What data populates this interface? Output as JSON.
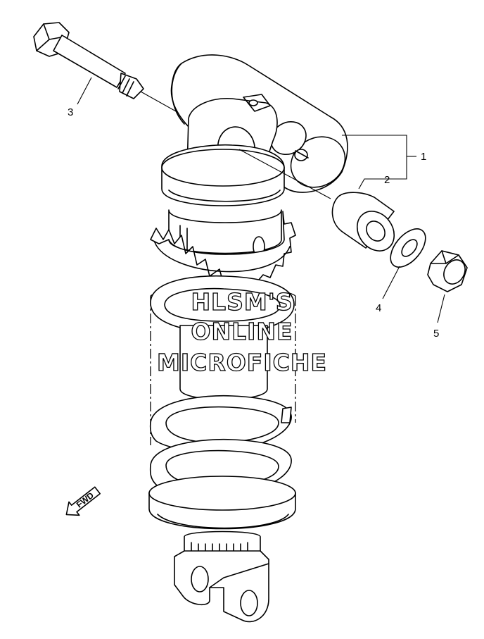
{
  "callouts": [
    {
      "label": "1",
      "part": "rear-shock-absorber-assy"
    },
    {
      "label": "2",
      "part": "bushing"
    },
    {
      "label": "3",
      "part": "bolt"
    },
    {
      "label": "4",
      "part": "washer"
    },
    {
      "label": "5",
      "part": "nut"
    }
  ],
  "watermark": {
    "line1": "HLSM'S",
    "line2": "ONLINE",
    "line3": "MICROFICHE"
  },
  "direction_arrow": {
    "label": "FWD"
  },
  "colors": {
    "ink": "#000000",
    "paper": "#ffffff"
  }
}
